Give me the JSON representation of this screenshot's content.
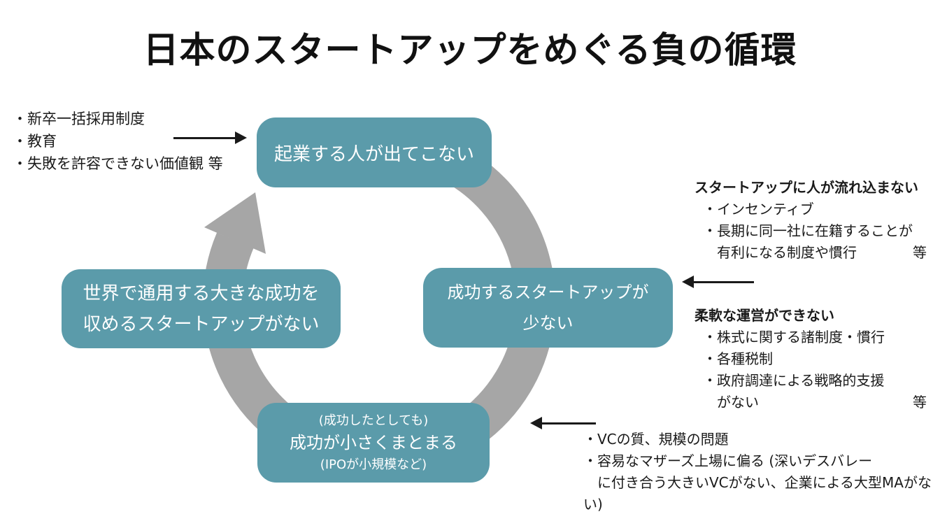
{
  "title": "日本のスタートアップをめぐる負の循環",
  "colors": {
    "box_teal": "#5B9BAA",
    "ring_gray": "#A6A6A6",
    "arrow_black": "#1A1A1A",
    "box_text": "#FFFFFF",
    "text": "#1A1A1A"
  },
  "cycle": {
    "top_box": {
      "lines": [
        "起業する人が出てこない"
      ]
    },
    "right_box": {
      "lines": [
        "成功するスタートアップが",
        "少ない"
      ]
    },
    "bottom_box": {
      "pre": "(成功したとしても)",
      "main": "成功が小さくまとまる",
      "post": "(IPOが小規模など)"
    },
    "left_box": {
      "lines": [
        "世界で通用する大きな成功を",
        "収めるスタートアップがない"
      ]
    }
  },
  "annotations": {
    "top_left": {
      "items": [
        "・新卒一括採用制度",
        "・教育",
        "・失敗を許容できない価値観 等"
      ]
    },
    "right_top": {
      "heading": "スタートアップに人が流れ込まない",
      "items": [
        "・インセンティブ",
        "・長期に同一社に在籍することが",
        "　有利になる制度や慣行　　　　等"
      ]
    },
    "right_middle": {
      "heading": "柔軟な運営ができない",
      "items": [
        "・株式に関する諸制度・慣行",
        "・各種税制",
        "・政府調達による戦略的支援",
        "　がない　　　　　　　　　　　等"
      ]
    },
    "bottom_right": {
      "items": [
        "・VCの質、規模の問題",
        "・容易なマザーズ上場に偏る (深いデスバレー",
        "　に付き合う大きいVCがない、企業による大型MAがない)"
      ]
    }
  }
}
